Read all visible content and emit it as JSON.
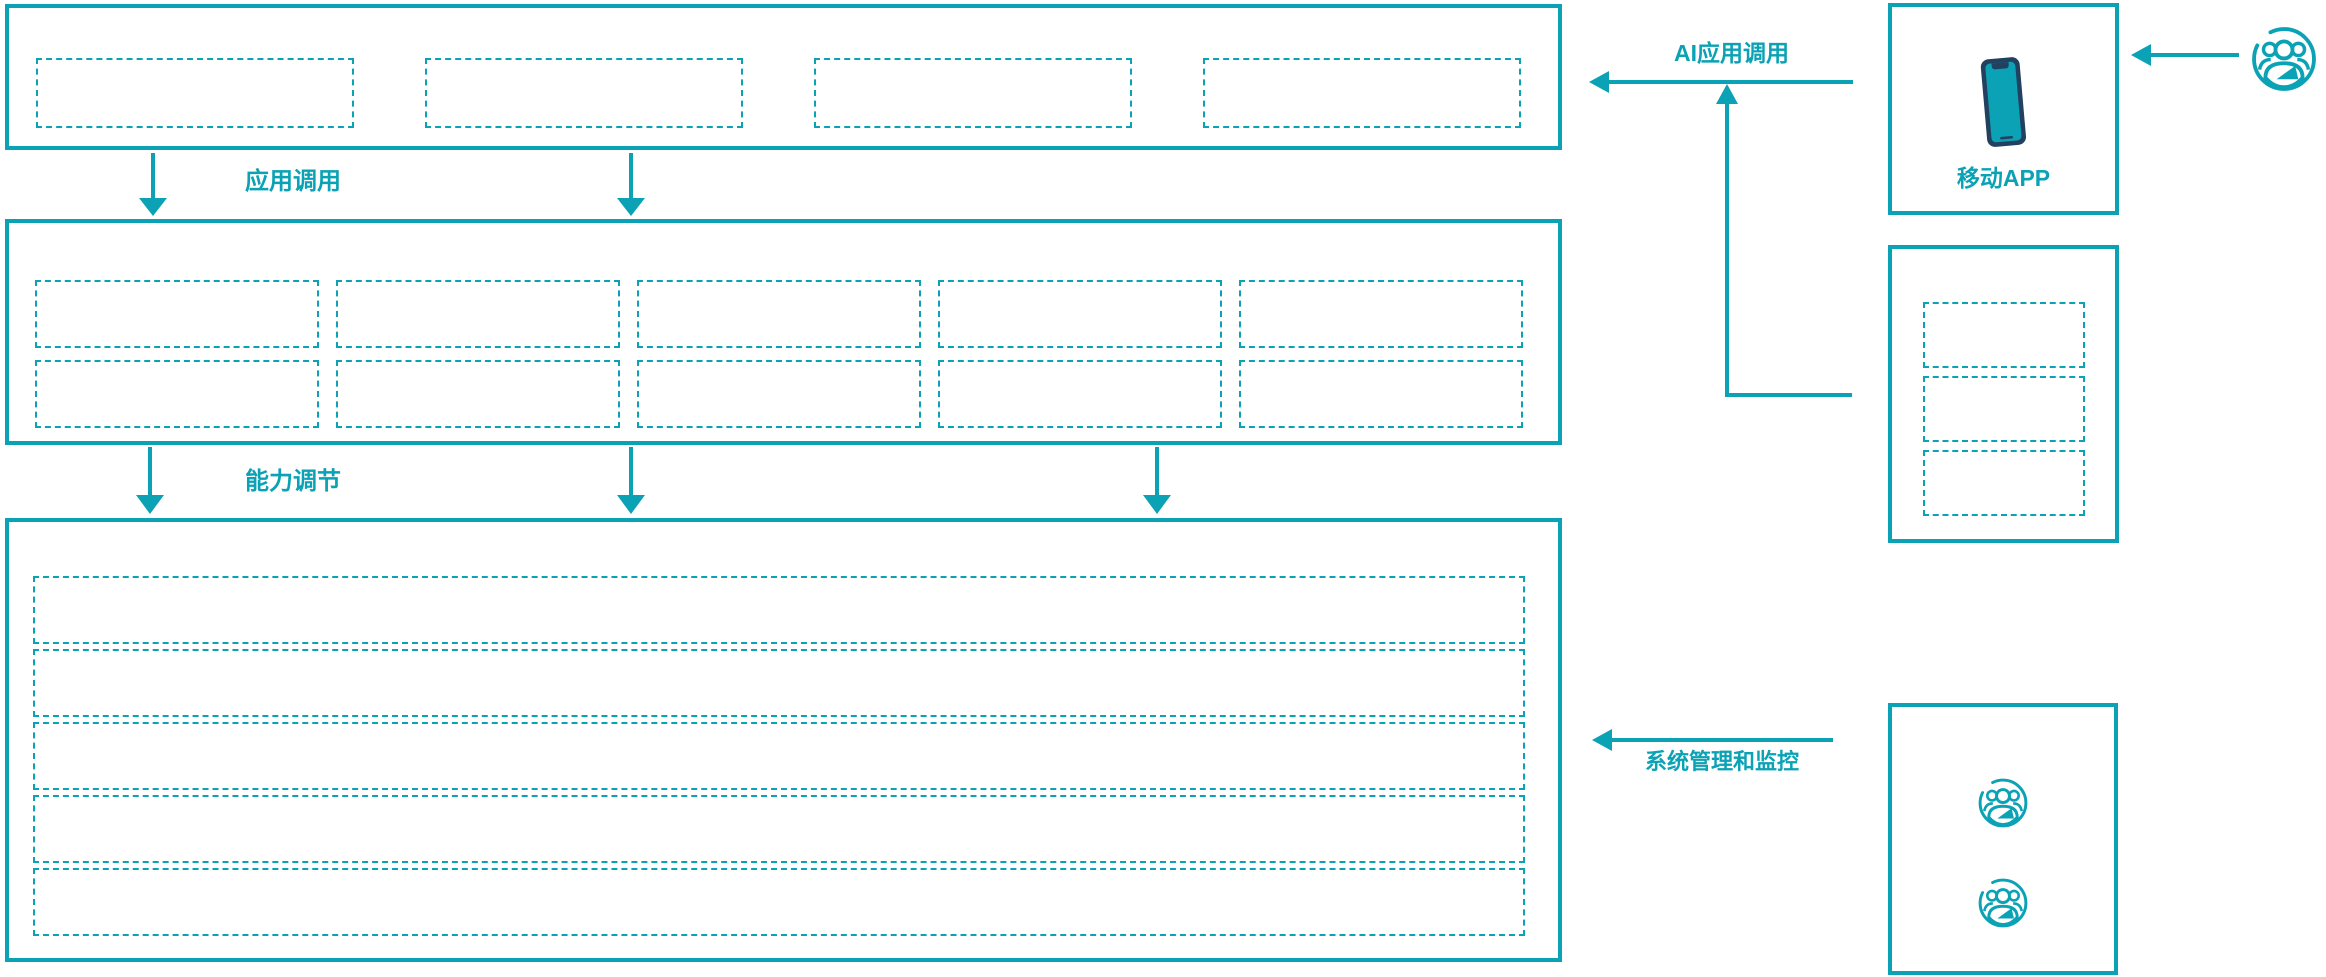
{
  "diagram": {
    "colors": {
      "accent": "#0aa2b4",
      "phone_frame": "#22405f"
    },
    "flow_labels": {
      "app_call": "应用调用",
      "capability_adjust": "能力调节",
      "ai_app_call": "AI应用调用",
      "system_management": "系统管理和监控"
    },
    "panels": {
      "top_layer": {
        "placeholder_count": 4
      },
      "middle_layer": {
        "placeholder_count": 10,
        "columns": 5,
        "rows": 2
      },
      "bottom_layer": {
        "placeholder_count": 5
      },
      "mobile_app": {
        "label": "移动APP",
        "icon": "mobile-phone-icon"
      },
      "right_middle": {
        "placeholder_count": 3
      },
      "right_bottom": {
        "icon": "users-group-icon",
        "icon_count": 2
      }
    },
    "external_actor": {
      "icon": "users-group-icon"
    }
  }
}
